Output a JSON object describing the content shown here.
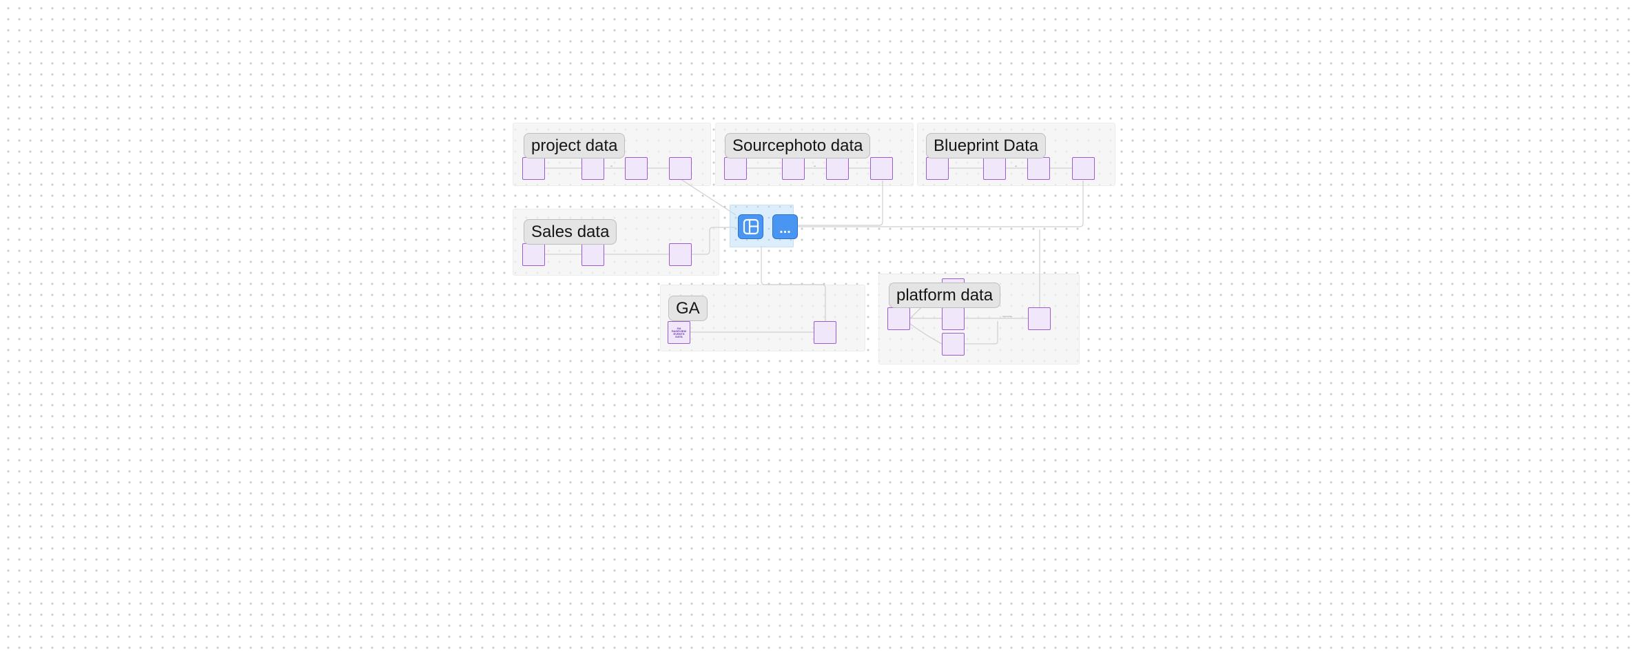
{
  "groups": {
    "project": "project data",
    "sourcephoto": "Sourcephoto data",
    "blueprint": "Blueprint Data",
    "sales": "Sales data",
    "ga": "GA",
    "platform": "platform data"
  },
  "nodes": {
    "ga_source": "GA PAGEVIEW EVENTS DATA"
  },
  "toolbar": {
    "more_label": "..."
  },
  "colors": {
    "node_fill": "#f1e7fb",
    "node_border": "#9a5ad0",
    "group_fill": "#f3f3f3",
    "label_fill": "#e4e4e4",
    "toolbar_button": "#4996f2",
    "hub_fill": "#badcf7",
    "edge": "#cfcfcf"
  },
  "icons": {
    "layout_button": "layout-icon",
    "more_button": "more-icon"
  }
}
